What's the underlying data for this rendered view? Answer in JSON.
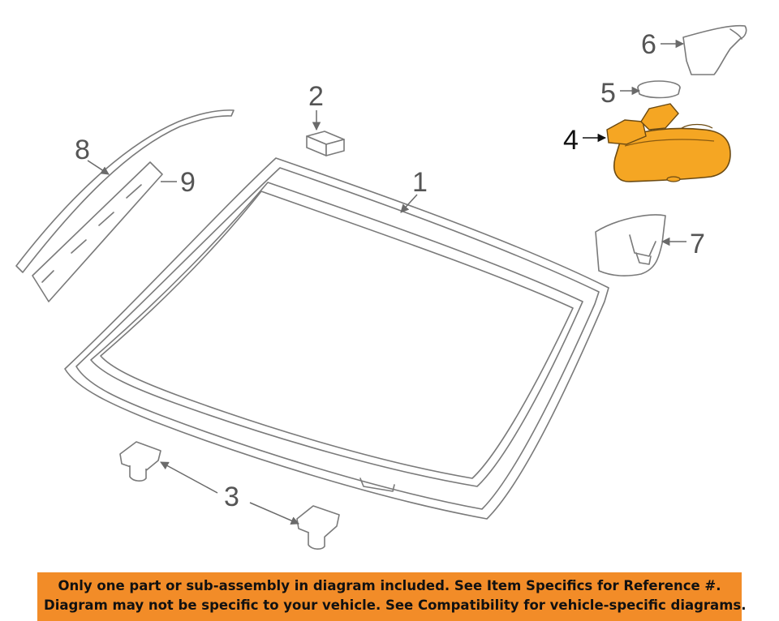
{
  "diagram": {
    "callouts": {
      "c1": "1",
      "c2": "2",
      "c3": "3",
      "c4": "4",
      "c5": "5",
      "c6": "6",
      "c7": "7",
      "c8": "8",
      "c9": "9"
    },
    "highlight_color": "#f5a623",
    "notice_color": "#f28c28"
  },
  "notice": {
    "line1": "Only one part or sub-assembly in diagram included. See Item Specifics for Reference #.",
    "line2": "Diagram may not be specific to your vehicle. See Compatibility for vehicle-specific diagrams."
  }
}
